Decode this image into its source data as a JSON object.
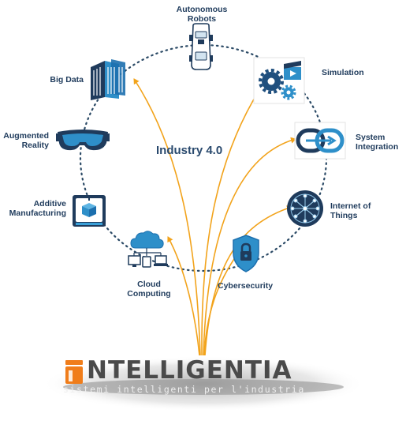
{
  "center_title": "Industry 4.0",
  "nodes": {
    "autonomous_robots": [
      "Autonomous",
      "Robots"
    ],
    "simulation": [
      "Simulation"
    ],
    "system_integration": [
      "System",
      "Integration"
    ],
    "internet_of_things": [
      "Internet of",
      "Things"
    ],
    "cybersecurity": [
      "Cybersecurity"
    ],
    "cloud_computing": [
      "Cloud",
      "Computing"
    ],
    "additive_manufacturing": [
      "Additive",
      "Manufacturing"
    ],
    "augmented_reality": [
      "Augmented",
      "Reality"
    ],
    "big_data": [
      "Big Data"
    ]
  },
  "logo": {
    "brand_rest": "NTELLIGENTIA",
    "tagline": "sistemi intelligenti per l'industria"
  },
  "colors": {
    "navy": "#1f3b5c",
    "icon_blue": "#1c6fae",
    "light_blue": "#3aa0d8",
    "arrow_orange": "#f2a31b",
    "ring_dots": "#2b4a66",
    "logo_orange": "#f07d1a"
  },
  "icons": [
    "car-icon",
    "gears-icon",
    "chain-icon",
    "network-globe-icon",
    "shield-lock-icon",
    "cloud-devices-icon",
    "printer-cube-icon",
    "vr-headset-icon",
    "server-rack-icon"
  ]
}
